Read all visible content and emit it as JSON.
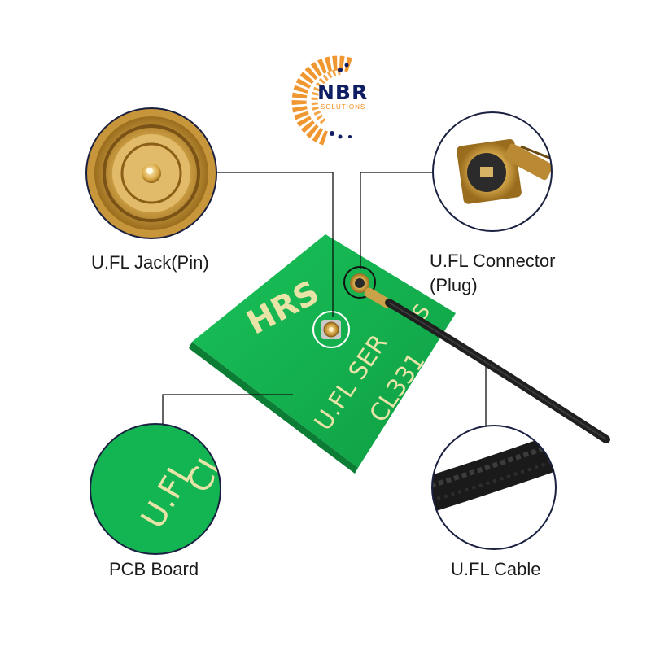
{
  "logo": {
    "main_text": "NBR",
    "sub_text": "SOLUTIONS",
    "orange": "#f08c1b",
    "navy": "#0f1d63"
  },
  "pcb": {
    "brand_text": "HRS",
    "print_line_1": "U.FL SER",
    "print_line_2": "CL331",
    "print_line_3": "S",
    "color": "#14b14e",
    "silk_color": "#e8e3a6"
  },
  "callouts": [
    {
      "id": "jack",
      "label": "U.FL Jack(Pin)",
      "icon": "ufl-jack-closeup"
    },
    {
      "id": "connector",
      "label_line_1": "U.FL Connector",
      "label_line_2": "(Plug)",
      "icon": "ufl-plug-closeup"
    },
    {
      "id": "pcb",
      "label": "PCB Board",
      "icon": "pcb-closeup",
      "closeup_text_1": "U.FL",
      "closeup_text_2": "CL"
    },
    {
      "id": "cable",
      "label": "U.FL Cable",
      "icon": "cable-closeup"
    }
  ],
  "colors": {
    "gold": "#d4a64a",
    "gold_dark": "#9a6d1e",
    "circle_stroke": "#1a2040",
    "line": "#111111",
    "cable": "#1f1f1f"
  }
}
